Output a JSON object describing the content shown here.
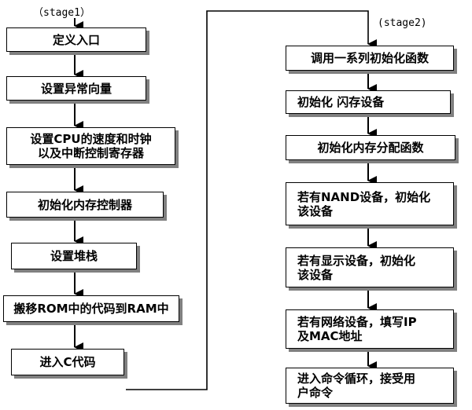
{
  "stage1": {
    "label": "（stage1）",
    "steps": [
      {
        "text": "定义入口"
      },
      {
        "text": "设置异常向量"
      },
      {
        "text": "设置CPU的速度和时钟\n以及中断控制寄存器"
      },
      {
        "text": "初始化内存控制器"
      },
      {
        "text": "设置堆栈"
      },
      {
        "text": "搬移ROM中的代码到RAM中"
      },
      {
        "text": "进入C代码"
      }
    ]
  },
  "stage2": {
    "label": "(stage2)",
    "steps": [
      {
        "text": "调用一系列初始化函数"
      },
      {
        "text": "初始化 闪存设备"
      },
      {
        "text": "初始化内存分配函数"
      },
      {
        "text": "若有NAND设备，初始化\n该设备"
      },
      {
        "text": "若有显示设备，初始化\n该设备"
      },
      {
        "text": "若有网络设备，填写IP\n及MAC地址"
      },
      {
        "text": "进入命令循环，接受用\n户命令"
      }
    ]
  }
}
